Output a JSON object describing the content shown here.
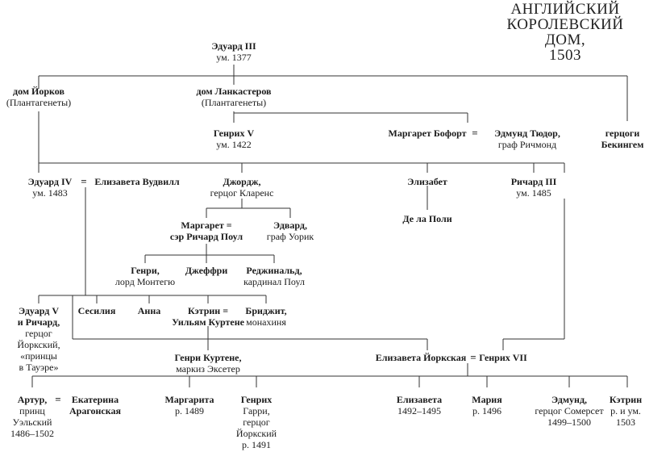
{
  "title": {
    "line1": "АНГЛИЙСКИЙ",
    "line2": "КОРОЛЕВСКИЙ ДОМ,",
    "line3": "1503"
  },
  "people": {
    "edward3": {
      "name": "Эдуард III",
      "sub": "ум. 1377"
    },
    "york_house": {
      "name": "дом Йорков",
      "sub": "(Плантагенеты)"
    },
    "lancaster_house": {
      "name": "дом Ланкастеров",
      "sub": "(Плантагенеты)"
    },
    "buckingham": {
      "name": "герцоги",
      "name2": "Бекингем"
    },
    "henry5": {
      "name": "Генрих V",
      "sub": "ум. 1422"
    },
    "margaret_beaufort": {
      "name": "Маргарет Бофорт"
    },
    "edmund_tudor": {
      "name": "Эдмунд Тюдор,",
      "sub": "граф Ричмонд"
    },
    "edward4": {
      "name": "Эдуард IV",
      "sub": "ум. 1483"
    },
    "elizabeth_woodville": {
      "name": "Елизавета Вудвилл"
    },
    "george": {
      "name": "Джордж,",
      "sub": "герцог Кларенс"
    },
    "elizabet": {
      "name": "Элизабет"
    },
    "richard3": {
      "name": "Ричард III",
      "sub": "ум. 1485"
    },
    "de_la_pole": {
      "name": "Де ла Поли"
    },
    "margaret_pole": {
      "name": "Маргарет =",
      "name2": "сэр Ричард Поул"
    },
    "edward_warwick": {
      "name": "Эдвард,",
      "sub": "граф Уорик"
    },
    "henry_montagu": {
      "name": "Генри,",
      "sub": "лорд Монтегю"
    },
    "geoffrey": {
      "name": "Джеффри"
    },
    "reginald": {
      "name": "Реджинальд,",
      "sub": "кардинал Поул"
    },
    "princes": {
      "name": "Эдуард V",
      "name2": "и Ричард,",
      "sub1": "герцог",
      "sub2": "Йоркский,",
      "sub3": "«принцы",
      "sub4": "в Тауэре»"
    },
    "cecily": {
      "name": "Сесилия"
    },
    "anne": {
      "name": "Анна"
    },
    "catherine": {
      "name": "Кэтрин =",
      "name2": "Уильям Куртене"
    },
    "bridget": {
      "name": "Бриджит,",
      "sub": "монахиня"
    },
    "henry_courtenay": {
      "name": "Генри Куртене,",
      "sub": "маркиз Эксетер"
    },
    "elizabeth_york": {
      "name": "Елизавета Йоркская"
    },
    "henry7": {
      "name": "Генрих VII"
    },
    "arthur": {
      "name": "Артур,",
      "sub1": "принц",
      "sub2": "Уэльский",
      "sub3": "1486–1502"
    },
    "catherine_aragon": {
      "name": "Екатерина",
      "name2": "Арагонская"
    },
    "margarita": {
      "name": "Маргарита",
      "sub": "р. 1489"
    },
    "henry8": {
      "name": "Генрих",
      "sub1": "Гарри,",
      "sub2": "герцог",
      "sub3": "Йоркский",
      "sub4": "р. 1491"
    },
    "elizaveta": {
      "name": "Елизавета",
      "sub": "1492–1495"
    },
    "mary": {
      "name": "Мария",
      "sub": "р. 1496"
    },
    "edmund": {
      "name": "Эдмунд,",
      "sub1": "герцог Сомерсет",
      "sub2": "1499–1500"
    },
    "katherine": {
      "name": "Кэтрин",
      "sub1": "р. и ум.",
      "sub2": "1503"
    }
  },
  "marriage_sign": "="
}
